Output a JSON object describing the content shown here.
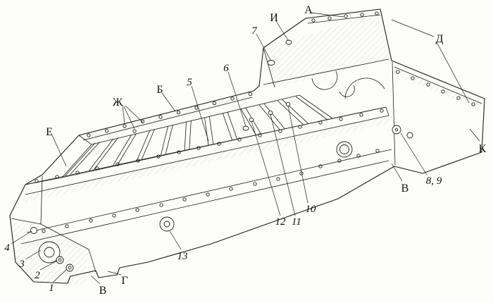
{
  "figure": {
    "kind": "technical-line-drawing",
    "subject": "Isometric cutaway drawing of an engine crankcase (block) with transverse ribs, bolt-hole flanges and callout labels",
    "background": "#fcfcfa",
    "line_color": "#1c1c1c",
    "callouts": {
      "letters": {
        "i": "И",
        "a": "А",
        "d": "Д",
        "zh": "Ж",
        "b": "Б",
        "e": "Е",
        "k": "К",
        "v_right": "В",
        "v_bottom": "В",
        "g": "Г"
      },
      "numbers": {
        "n1": "1",
        "n2": "2",
        "n3": "3",
        "n4": "4",
        "n5": "5",
        "n6": "6",
        "n7": "7",
        "n8_9": "8, 9",
        "n10": "10",
        "n11": "11",
        "n12": "12",
        "n13": "13"
      }
    }
  }
}
